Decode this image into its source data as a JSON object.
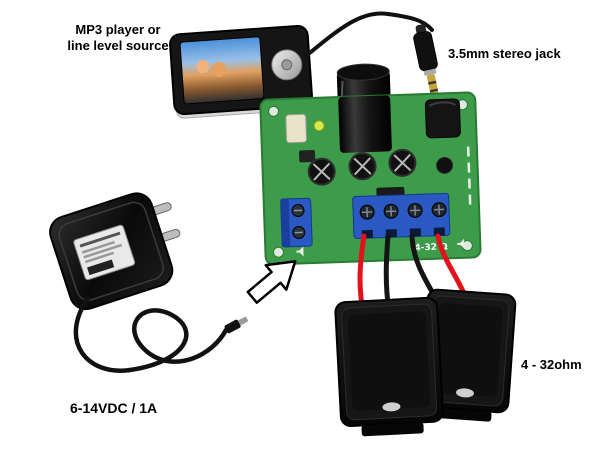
{
  "labels": {
    "source_line1": "MP3 player or",
    "source_line2": "line level source",
    "jack": "3.5mm stereo jack",
    "power_supply": "6-14VDC / 1A",
    "speaker_impedance": "4 - 32ohm"
  },
  "board": {
    "impedance_marking": "4-32 Ω"
  },
  "colors": {
    "pcb_green": "#3d9c49",
    "terminal_blue": "#2b59c3",
    "wire_red": "#e3111b",
    "wire_black": "#141414",
    "jack_gold": "#c9a43a"
  }
}
